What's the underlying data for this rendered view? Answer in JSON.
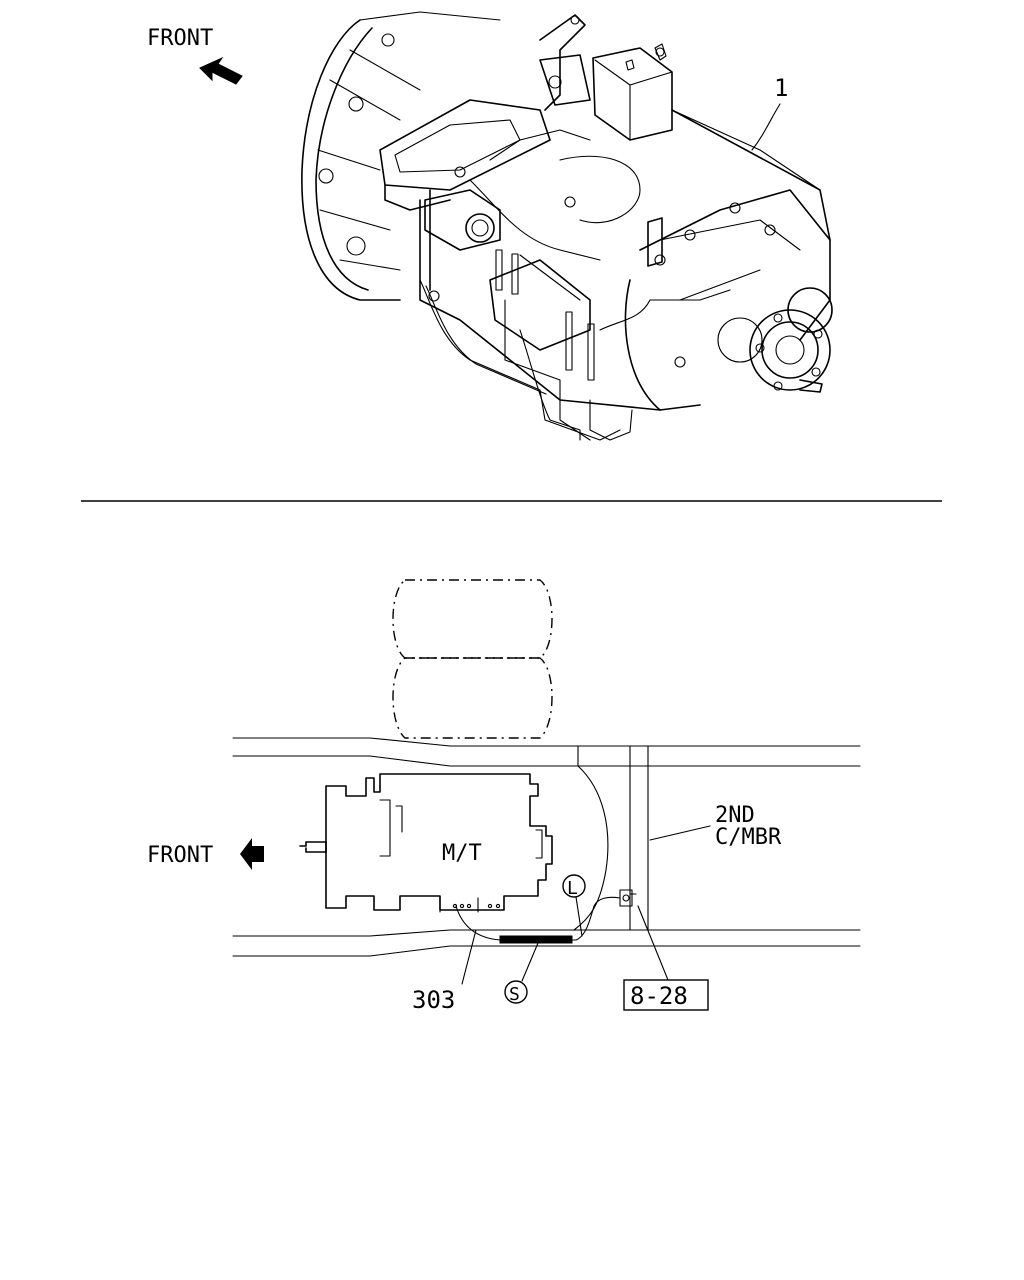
{
  "top_view": {
    "front_label": "FRONT",
    "callout_part": "1"
  },
  "bottom_view": {
    "front_label": "FRONT",
    "component_label": "M/T",
    "crossmember_label_line1": "2ND",
    "crossmember_label_line2": "C/MBR",
    "callout_part": "303",
    "callout_s": "S",
    "callout_l": "L",
    "reference_box": "8-28"
  }
}
